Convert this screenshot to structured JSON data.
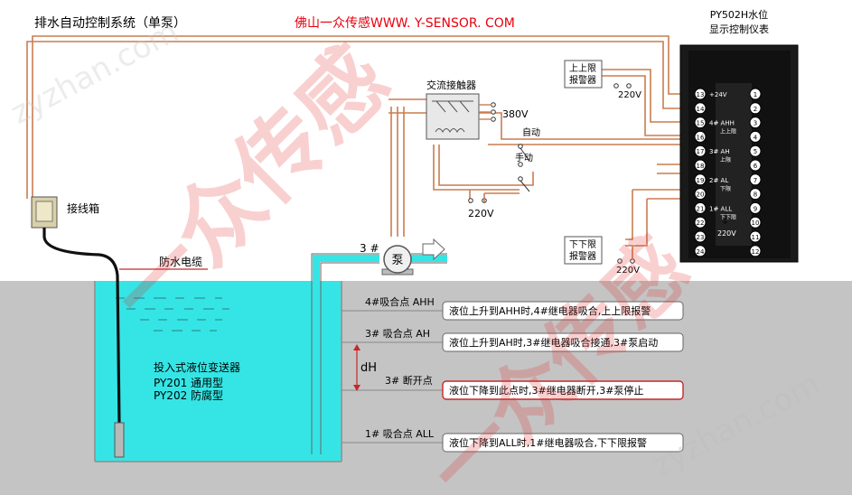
{
  "title": "排水自动控制系统（单泵）",
  "brand": "佛山一众传感WWW. Y-SENSOR. COM",
  "controller": {
    "model_line1": "PY502H水位",
    "model_line2": "显示控制仪表",
    "left_terminals": [
      {
        "num": "13",
        "label": "+24V",
        "sub": ""
      },
      {
        "num": "14",
        "label": "",
        "sub": ""
      },
      {
        "num": "15",
        "label": "4# AHH",
        "sub": "上上限"
      },
      {
        "num": "16",
        "label": "",
        "sub": ""
      },
      {
        "num": "17",
        "label": "3# AH",
        "sub": "上限"
      },
      {
        "num": "18",
        "label": "",
        "sub": ""
      },
      {
        "num": "19",
        "label": "2# AL",
        "sub": "下限"
      },
      {
        "num": "20",
        "label": "",
        "sub": ""
      },
      {
        "num": "21",
        "label": "1# ALL",
        "sub": "下下限"
      },
      {
        "num": "22",
        "label": "",
        "sub": ""
      },
      {
        "num": "23",
        "label": "",
        "sub": ""
      },
      {
        "num": "24",
        "label": "",
        "sub": ""
      }
    ],
    "right_terminals": [
      "1",
      "2",
      "3",
      "4",
      "5",
      "6",
      "7",
      "8",
      "9",
      "10",
      "11",
      "12"
    ],
    "power_label": "220V"
  },
  "alarm_high": {
    "line1": "上上限",
    "line2": "报警器",
    "voltage": "220V"
  },
  "alarm_low": {
    "line1": "下下限",
    "line2": "报警器",
    "voltage": "220V"
  },
  "contactor": {
    "label": "交流接触器",
    "voltage": "380V"
  },
  "switch": {
    "auto": "自动",
    "manual": "手动"
  },
  "supply_220": "220V",
  "junction_box": "接线箱",
  "cable": "防水电缆",
  "pump": {
    "tag": "3 #",
    "label": "泵"
  },
  "transmitter": {
    "title": "投入式液位变送器",
    "model1": "PY201   通用型",
    "model2": "PY202   防腐型"
  },
  "dh_label": "dH",
  "levels": [
    {
      "point": "4#吸合点 AHH",
      "desc": "液位上升到AHH时,4#继电器吸合,上上限报警"
    },
    {
      "point": "3# 吸合点 AH",
      "desc": "液位上升到AH时,3#继电器吸合接通,3#泵启动"
    },
    {
      "point": "3# 断开点",
      "desc": "液位下降到此点时,3#继电器断开,3#泵停止"
    },
    {
      "point": "1# 吸合点 ALL",
      "desc": "液位下降到ALL时,1#继电器吸合,下下限报警"
    }
  ],
  "watermark_big": "一众传感",
  "watermark_small": "zyzhan.com",
  "colors": {
    "wire": "#c87d4f",
    "water": "#33e6e6",
    "ground": "#c4c4c4",
    "panel": "#1a1a1a",
    "brand": "#e8000d",
    "pipe": "#35e5e5",
    "watermark": "rgba(226,40,40,0.22)"
  }
}
